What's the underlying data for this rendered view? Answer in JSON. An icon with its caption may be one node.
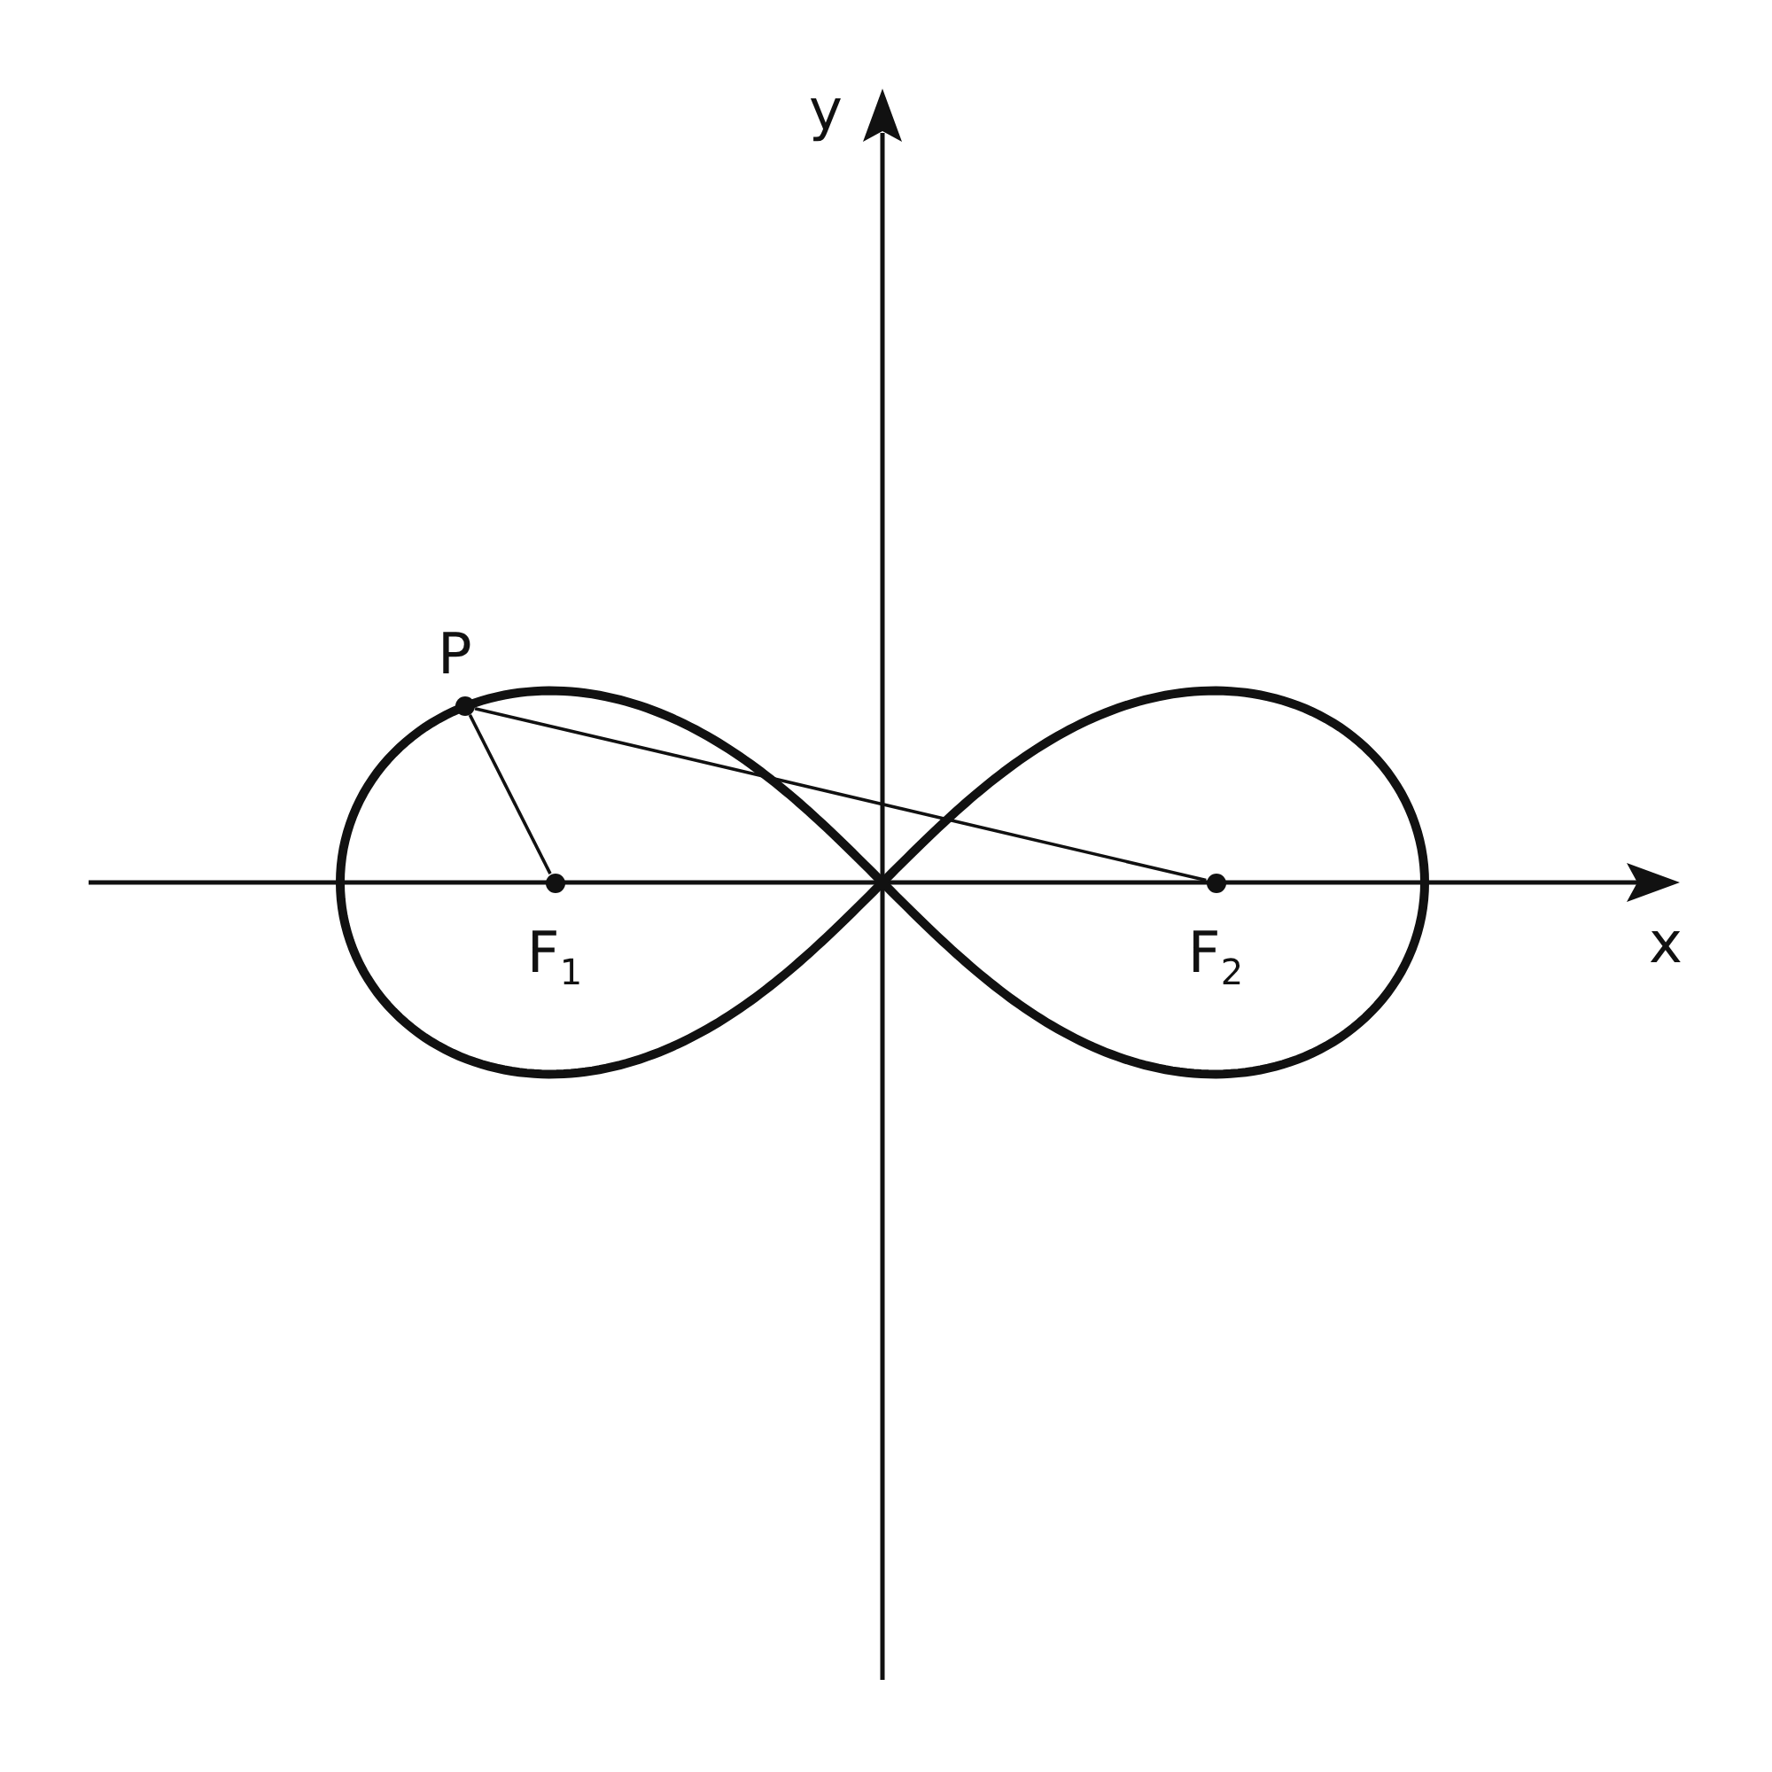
{
  "diagram": {
    "nodes": [
      {
        "text": [],
        "shape": "circle",
        "beside": [
          "P"
        ]
      },
      {
        "text": [],
        "shape": "circle",
        "beside": [
          "F$_{1}$"
        ]
      },
      {
        "text": [],
        "shape": "circle",
        "beside": [
          "F$_{2}$"
        ]
      }
    ],
    "edges": [
      {
        "from": 0,
        "to": 1,
        "arrow": "none"
      },
      {
        "from": 0,
        "to": 2,
        "arrow": "none"
      }
    ],
    "labels": [
      "y",
      "x"
    ]
  }
}
